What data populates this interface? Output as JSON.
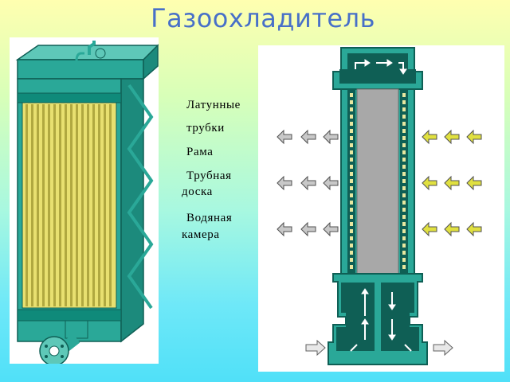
{
  "title": "Газоохладитель",
  "labels": [
    {
      "id": "brass-tubes",
      "lines": [
        "Латунные",
        "трубки"
      ]
    },
    {
      "id": "frame",
      "lines": [
        "Рама"
      ]
    },
    {
      "id": "tube-plate",
      "lines": [
        "Трубная",
        "доска"
      ]
    },
    {
      "id": "water-chamber",
      "lines": [
        "Водяная",
        "камера"
      ]
    }
  ],
  "colors": {
    "title": "#4870c8",
    "body_teal": "#2aa898",
    "body_dark": "#0f5f55",
    "tubes_yellow": "#e8e070",
    "arrow_grey": "#c8c8c8",
    "arrow_yellow": "#e0e040",
    "core_grey": "#a8a8a8"
  },
  "icons": [
    "pipe-fitting-icon",
    "flange-icon",
    "left-arrow-icon",
    "right-arrow-icon"
  ]
}
